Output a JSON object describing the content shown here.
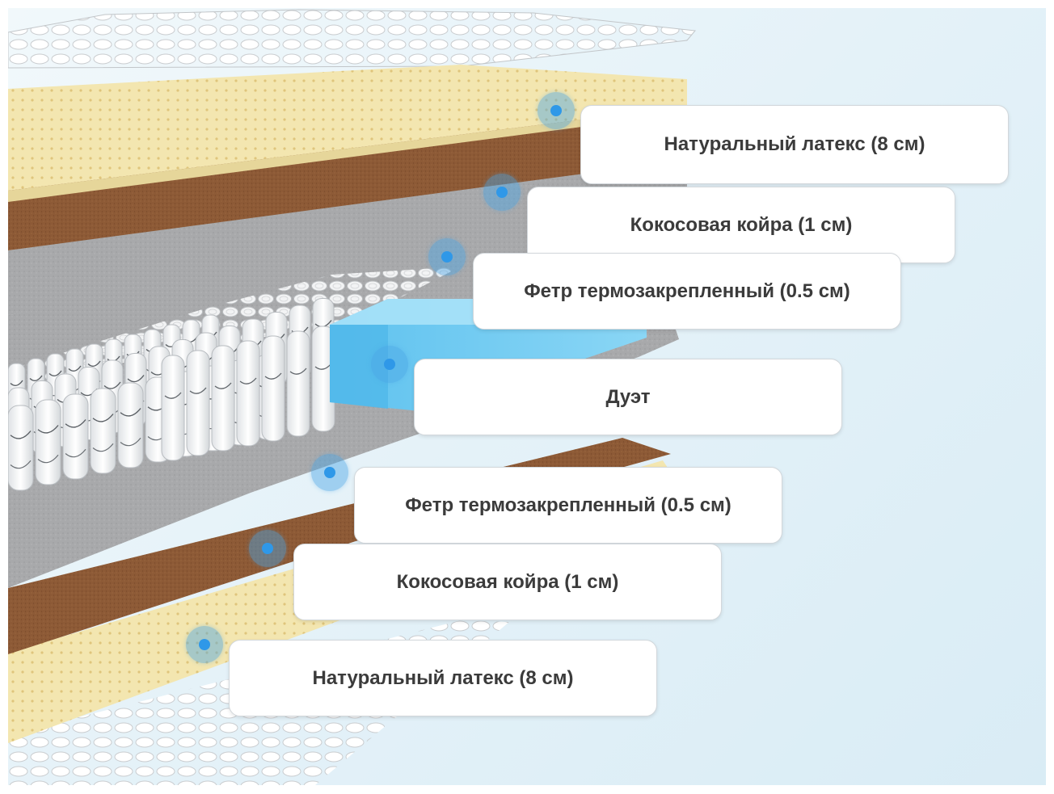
{
  "colors": {
    "latex": "#f3e6b0",
    "coir": "#8d5a36",
    "felt": "#a9aaac",
    "foam_block": "#7fd0f2",
    "marker": "#2f98e8",
    "background": "#e3f1f8"
  },
  "layers": [
    {
      "id": "latex-top",
      "label": "Натуральный латекс (8 см)",
      "icon": "latex-layer-icon"
    },
    {
      "id": "coir-top",
      "label": "Кокосовая койра (1 см)",
      "icon": "coir-layer-icon"
    },
    {
      "id": "felt-top",
      "label": "Фетр термозакрепленный (0.5 см)",
      "icon": "felt-layer-icon"
    },
    {
      "id": "spring-block",
      "label": "Дуэт",
      "icon": "spring-block-icon"
    },
    {
      "id": "felt-bottom",
      "label": "Фетр термозакрепленный (0.5 см)",
      "icon": "felt-layer-icon"
    },
    {
      "id": "coir-bottom",
      "label": "Кокосовая койра (1 см)",
      "icon": "coir-layer-icon"
    },
    {
      "id": "latex-bottom",
      "label": "Натуральный латекс (8 см)",
      "icon": "latex-layer-icon"
    }
  ]
}
